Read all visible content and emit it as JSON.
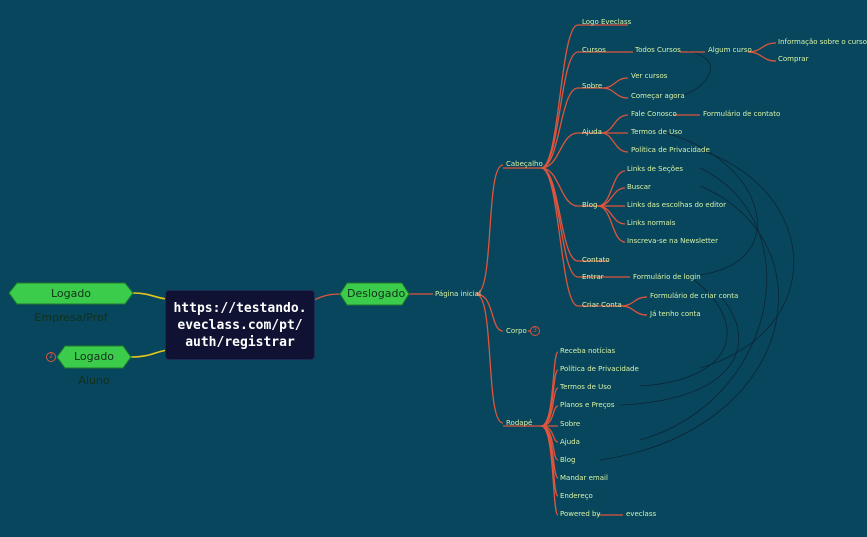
{
  "root": {
    "line1": "https://testando.",
    "line2": "eveclass.com/pt/",
    "line3": "auth/registrar"
  },
  "left_nodes": {
    "empresa": "Logado Empresa/Prof",
    "aluno": "Logado Aluno",
    "aluno_collapsed_count": "2"
  },
  "deslogado": "Deslogado",
  "pagina_inicial": "Página inicial",
  "branches": {
    "cabecalho": "Cabeçalho",
    "corpo": "Corpo",
    "corpo_collapsed_count": "3",
    "rodape": "Rodapé"
  },
  "cabecalho": {
    "logo": "Logo Eveclass",
    "cursos": "Cursos",
    "todos_cursos": "Todos Cursos",
    "algum_curso": "Algum curso",
    "info_curso": "Informação sobre o curso",
    "comprar": "Comprar",
    "sobre": "Sobre",
    "ver_cursos": "Ver cursos",
    "comecar_agora": "Começar agora",
    "ajuda": "Ajuda",
    "fale_conosco": "Fale Conosco",
    "formulario_contato": "Formulário de contato",
    "termos_uso": "Termos de Uso",
    "politica_privacidade": "Política de Privacidade",
    "blog": "Blog",
    "links_secoes": "Links de Seções",
    "buscar": "Buscar",
    "links_escolhas": "Links das escolhas do editor",
    "links_normais": "Links normais",
    "inscreva_newsletter": "Inscreva-se na Newsletter",
    "contato": "Contato",
    "entrar": "Entrar",
    "formulario_login": "Formulário de login",
    "criar_conta": "Criar Conta",
    "formulario_criar_conta": "Formulário de criar conta",
    "ja_tenho_conta": "Já  tenho conta"
  },
  "rodape": {
    "receba_noticias": "Receba notícias",
    "politica_privacidade": "Política de Privacidade",
    "termos_uso": "Termos de Uso",
    "planos_precos": "Planos e Preços",
    "sobre": "Sobre",
    "ajuda": "Ajuda",
    "blog": "Blog",
    "mandar_email": "Mandar email",
    "endereco": "Endereço",
    "powered_by": "Powered by",
    "eveclass": "eveclass"
  },
  "colors": {
    "background": "#07465c",
    "branch_line": "#e0553d",
    "root_fill": "#0f1233",
    "green_node": "#3ccc4c",
    "yellow_connector": "#e6c619",
    "leaf_text": "#d8f3a8",
    "cross_link": "#0e2233"
  }
}
